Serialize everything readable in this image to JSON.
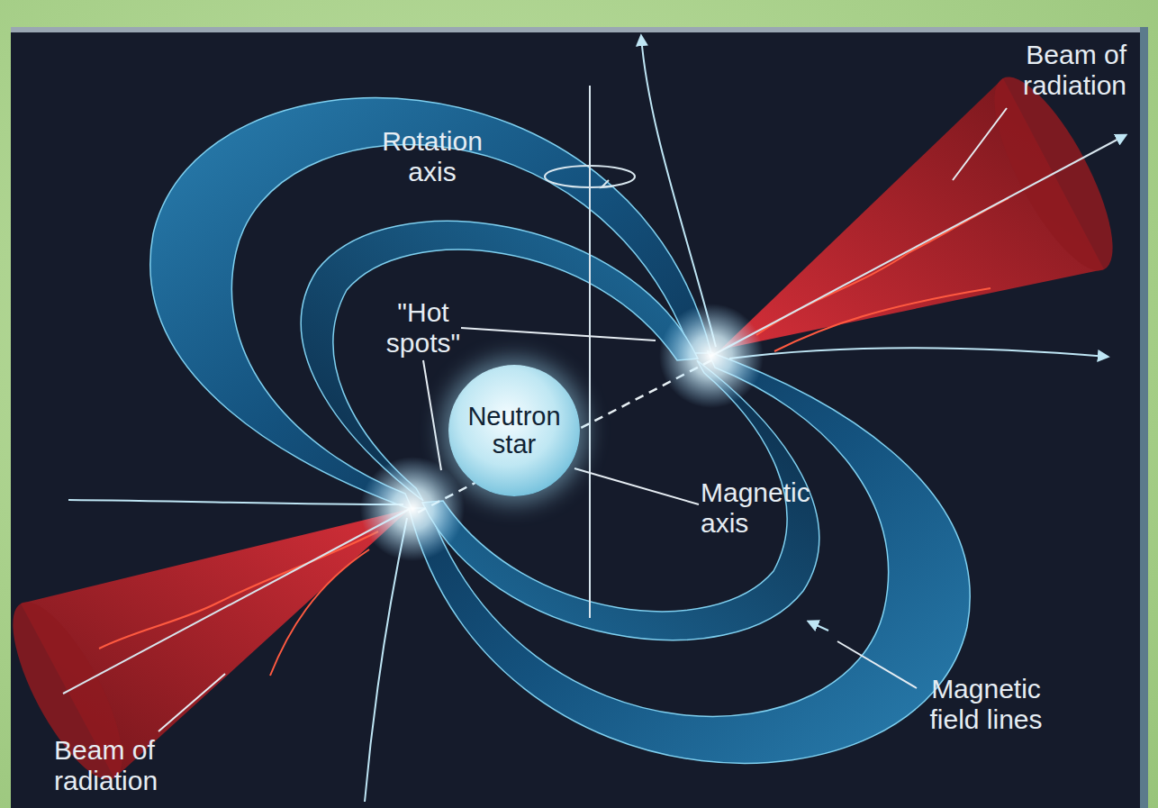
{
  "diagram": {
    "nodes": [
      {
        "text": [
          "Neutron star"
        ]
      }
    ],
    "labels": [
      "Beam of radiation",
      "Rotation axis",
      "\"Hot spots\"",
      "Magnetic axis",
      "Magnetic field lines",
      "Beam of radiation"
    ]
  }
}
